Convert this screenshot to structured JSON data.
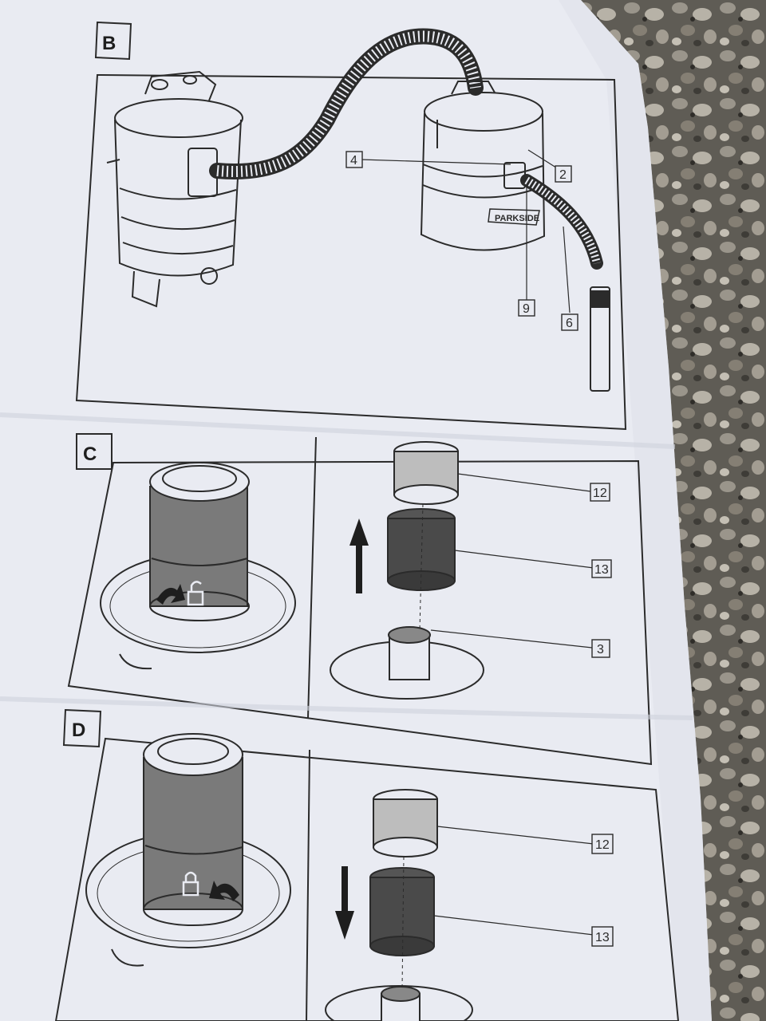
{
  "sections": [
    {
      "letter": "B",
      "callouts": [
        "4",
        "2",
        "9",
        "6"
      ],
      "brand": "PARKSIDE"
    },
    {
      "letter": "C",
      "callouts": [
        "12",
        "13",
        "3"
      ]
    },
    {
      "letter": "D",
      "callouts": [
        "12",
        "13"
      ]
    }
  ],
  "colors": {
    "paper": "#e9ebf2",
    "ink": "#2b2b2b",
    "gravel": "#6f6c64"
  },
  "icons": {
    "unlock": "unlock-icon",
    "lock": "lock-icon",
    "arrow_up": "arrow-up-icon",
    "arrow_down": "arrow-down-icon"
  }
}
